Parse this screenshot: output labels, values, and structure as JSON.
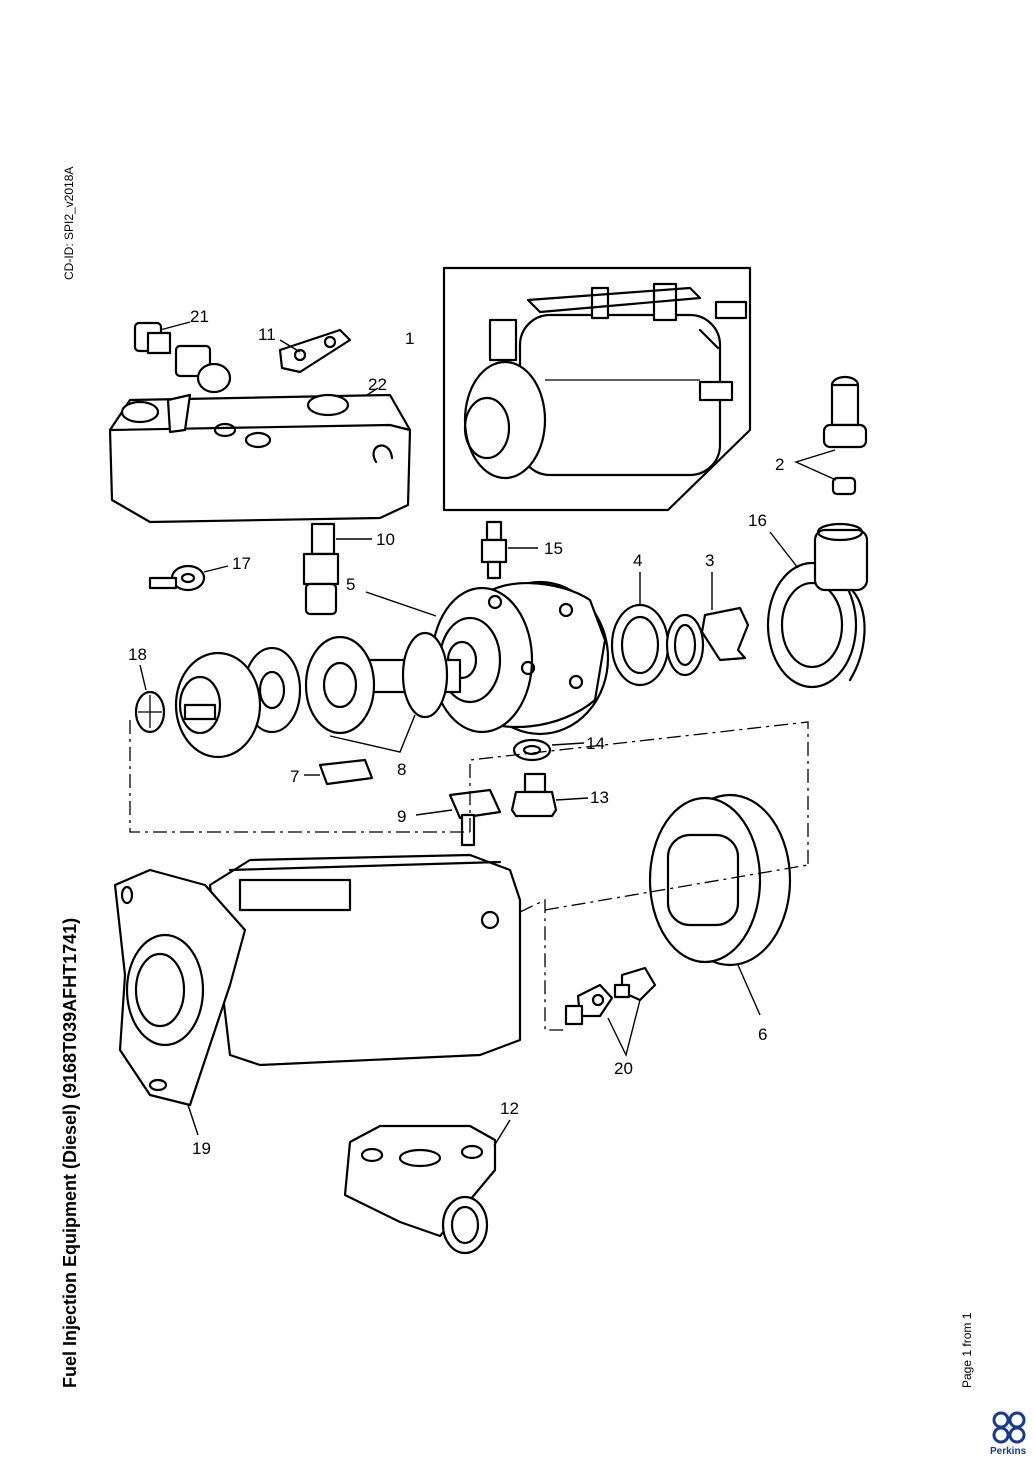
{
  "document": {
    "title": "Fuel Injection Equipment (Diesel) (9168T039AFHT1741)",
    "cd_id": "CD-ID: SPI2_v2018A",
    "page_info": "Page 1 from 1",
    "brand": "Perkins",
    "brand_color": "#1a3a8f"
  },
  "diagram": {
    "callouts": [
      "1",
      "2",
      "3",
      "4",
      "5",
      "6",
      "7",
      "8",
      "9",
      "10",
      "11",
      "12",
      "13",
      "14",
      "15",
      "16",
      "17",
      "18",
      "19",
      "20",
      "21",
      "22"
    ]
  }
}
